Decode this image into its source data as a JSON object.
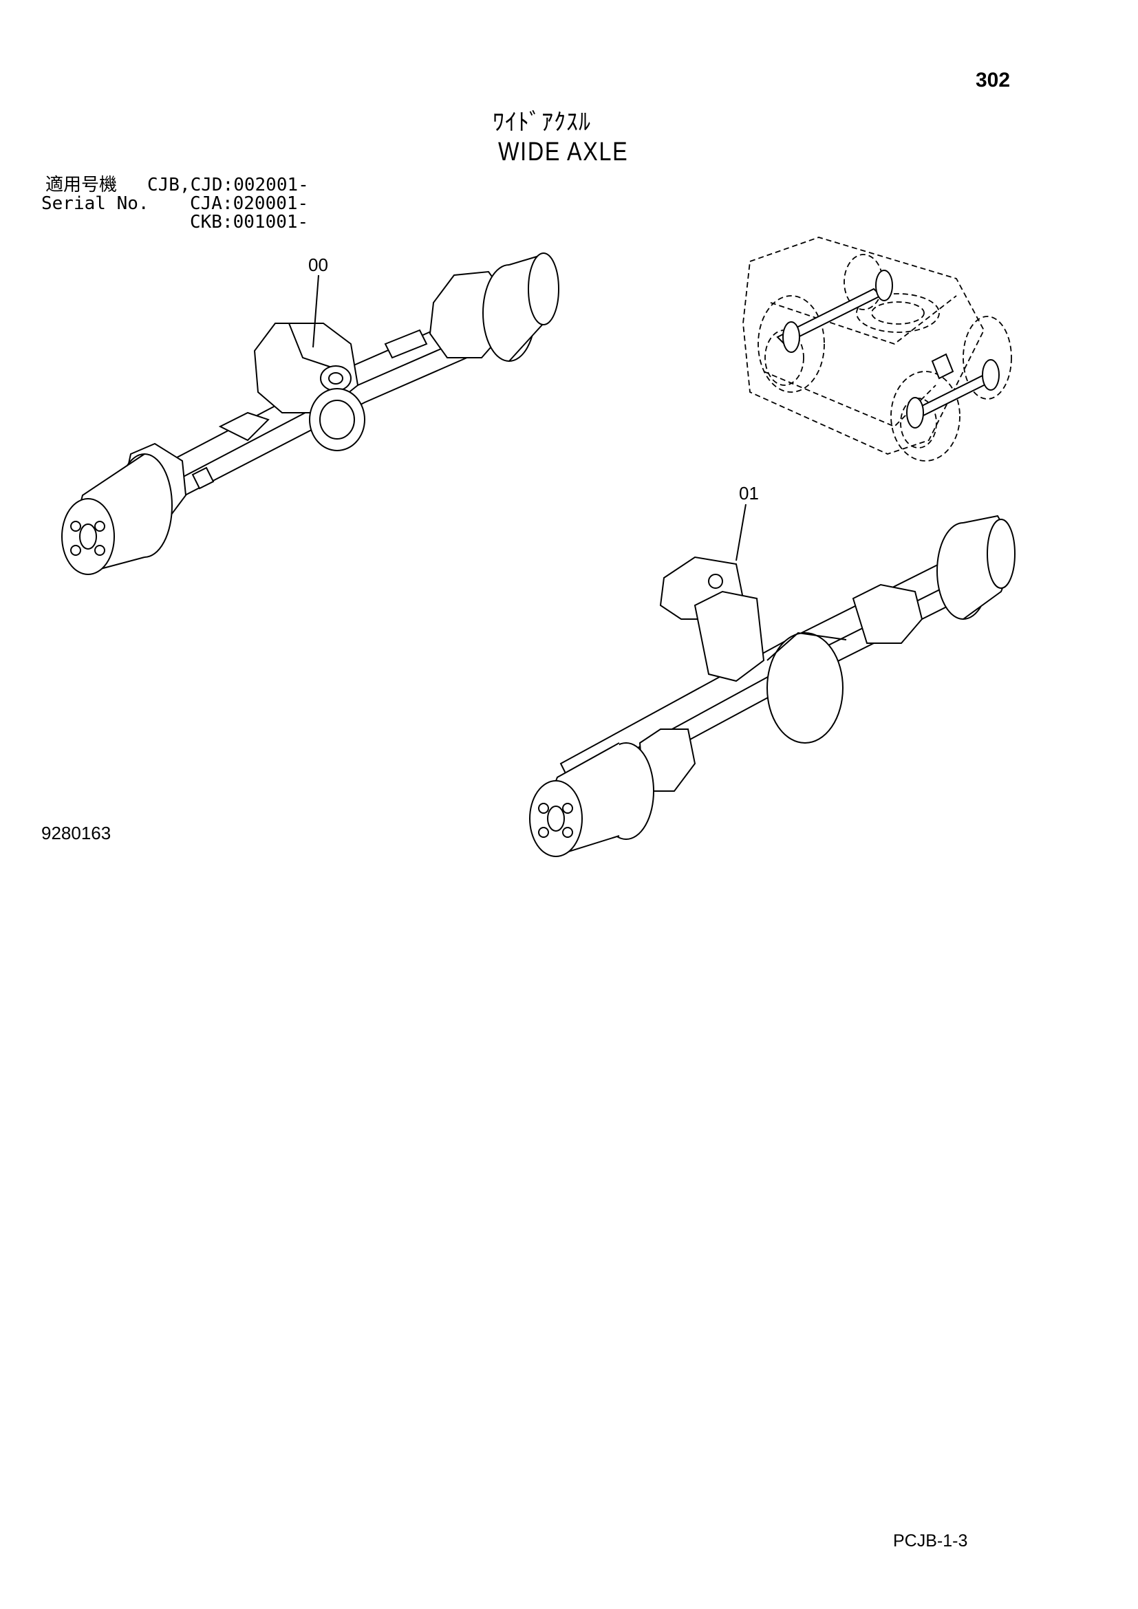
{
  "header": {
    "page_number": "302",
    "title_jp": "ﾜｲﾄﾞｱｸｽﾙ",
    "title_en": "WIDE AXLE"
  },
  "serial": {
    "label_jp": "適用号機",
    "label_en": "Serial No.",
    "line1": "CJB,CJD:002001-",
    "line2": "CJA:020001-",
    "line3": "CKB:001001-"
  },
  "callouts": {
    "front_axle": "00",
    "rear_axle": "01"
  },
  "drawing_number": "9280163",
  "footer_code": "PCJB-1-3"
}
